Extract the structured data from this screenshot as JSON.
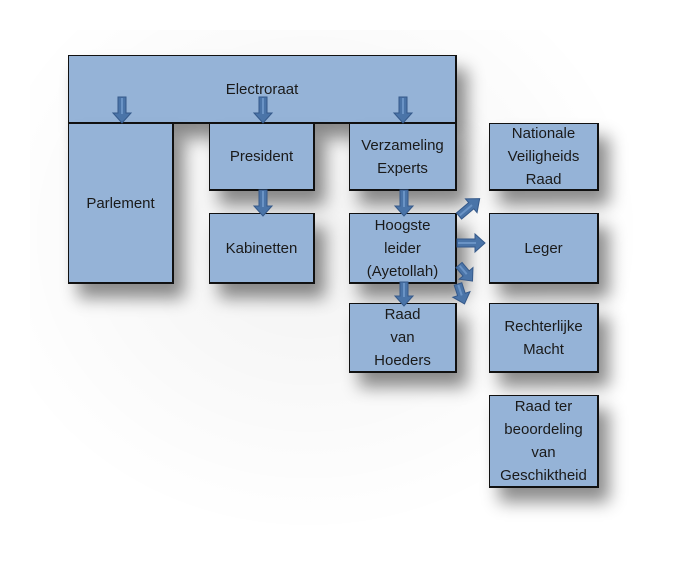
{
  "diagram": {
    "title": "Iranian political structure",
    "nodes": {
      "electoraat": "Electroraat",
      "parlement": "Parlement",
      "president": "President",
      "kabinetten": "Kabinetten",
      "experts": "Verzameling\nExperts",
      "leider": "Hoogste\nleider\n(Ayetollah)",
      "hoeders": "Raad\nvan\nHoeders",
      "veiligheid": "Nationale\nVeiligheids\nRaad",
      "leger": "Leger",
      "rechterlijk": "Rechterlijke\nMacht",
      "beoordeling": "Raad ter\nbeoordeling\nvan\nGeschiktheid"
    },
    "edges": [
      {
        "from": "electoraat",
        "to": "parlement"
      },
      {
        "from": "electoraat",
        "to": "president"
      },
      {
        "from": "electoraat",
        "to": "experts"
      },
      {
        "from": "president",
        "to": "kabinetten"
      },
      {
        "from": "experts",
        "to": "leider"
      },
      {
        "from": "leider",
        "to": "hoeders"
      },
      {
        "from": "leider",
        "to": "veiligheid"
      },
      {
        "from": "leider",
        "to": "leger"
      },
      {
        "from": "leider",
        "to": "rechterlijk"
      },
      {
        "from": "leider",
        "to": "beoordeling"
      }
    ],
    "colors": {
      "box_fill": "#95b3d7",
      "arrow_fill": "#4a74a8",
      "border": "#111111"
    }
  }
}
